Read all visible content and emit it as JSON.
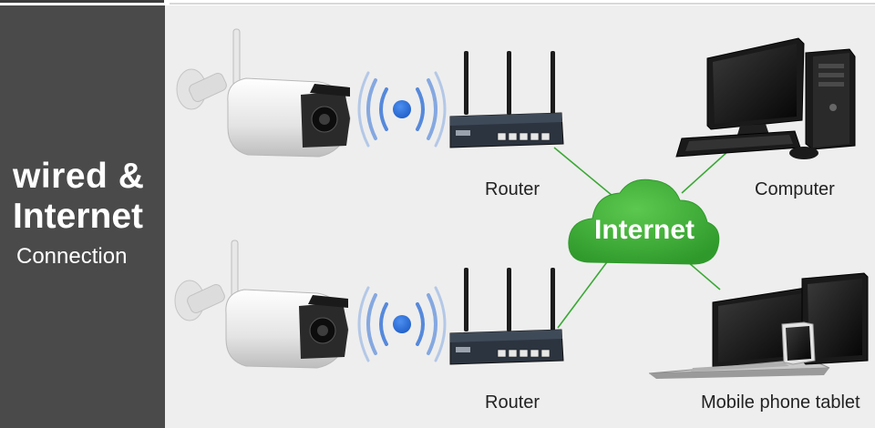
{
  "sidebar": {
    "line1": "wired &",
    "line2": "Internet",
    "line3": "Connection"
  },
  "nodes": {
    "router_top": "Router",
    "router_bottom": "Router",
    "internet": "Internet",
    "computer": "Computer",
    "mobile": "Mobile phone tablet"
  },
  "colors": {
    "sidebar_bg": "#4a4a4a",
    "background": "#eeeeee",
    "cloud": "#3aa935",
    "link": "#3aa935",
    "wifi": "#2f6fd6"
  },
  "icons": [
    "camera-icon",
    "wifi-signal-icon",
    "router-icon",
    "cloud-icon",
    "computer-icon",
    "laptop-icon",
    "tablet-icon",
    "phone-icon"
  ]
}
